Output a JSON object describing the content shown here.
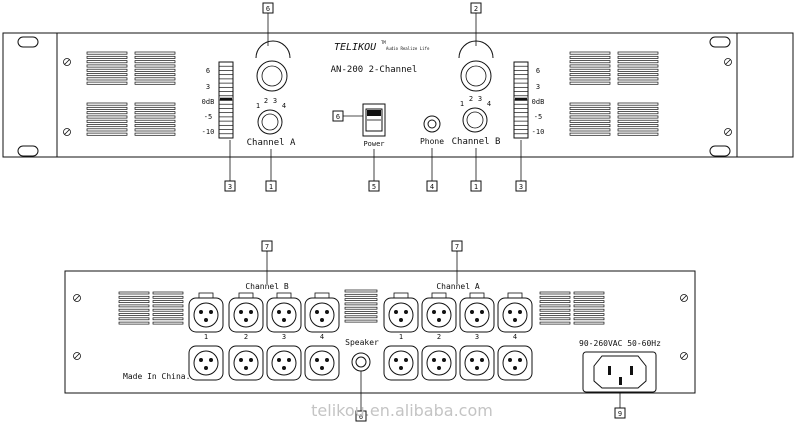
{
  "front_panel": {
    "brand": "TELIKOU",
    "brand_mark": "TM",
    "brand_tagline": "Audio Realize Life",
    "model": "AN-200 2-Channel",
    "meter_scale": [
      "6",
      "3",
      "0dB",
      "-5",
      "-10"
    ],
    "gain_scale": [
      "1",
      "2",
      "3",
      "4"
    ],
    "channel_a_label": "Channel A",
    "channel_b_label": "Channel B",
    "power_label": "Power",
    "phone_label": "Phone"
  },
  "rear_panel": {
    "channel_b_label": "Channel B",
    "channel_a_label": "Channel A",
    "jack_numbers": [
      "1",
      "2",
      "3",
      "4"
    ],
    "speaker_label": "Speaker",
    "made_in": "Made In China.",
    "power_spec": "90-260VAC 50-60Hz"
  },
  "callouts": {
    "front_top_left": "6",
    "front_top_right": "2",
    "power_switch": "6",
    "meter_left": "3",
    "channel_a_knob": "1",
    "power": "5",
    "phone": "4",
    "channel_b_knob": "1",
    "meter_right": "3",
    "rear_channel_b": "7",
    "rear_channel_a": "7",
    "speaker": "6",
    "power_inlet": "9"
  },
  "watermark": "telikou.en.alibaba.com"
}
